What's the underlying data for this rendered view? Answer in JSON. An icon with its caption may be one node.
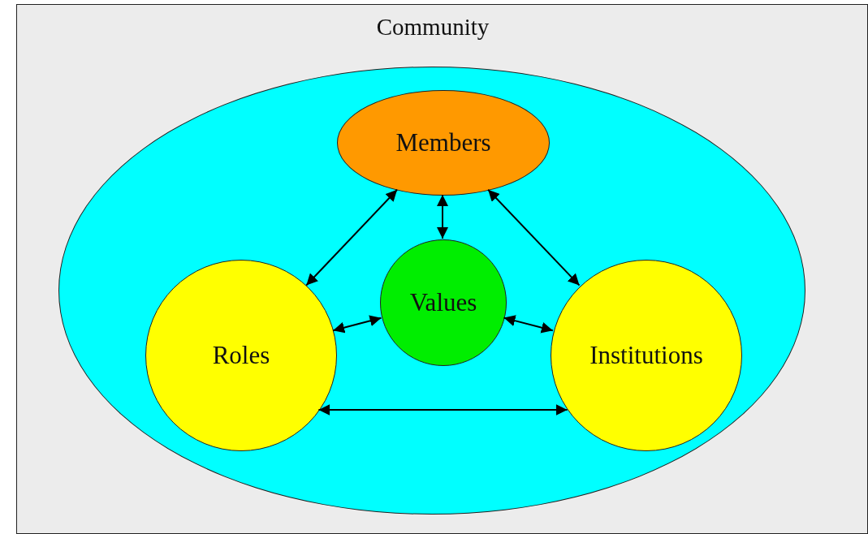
{
  "diagram": {
    "nodes": [
      {
        "text": [
          "Community"
        ]
      },
      {
        "text": [
          "Members"
        ],
        "in": 0
      },
      {
        "text": [
          "Values"
        ],
        "in": 0
      },
      {
        "text": [
          "Roles"
        ],
        "in": 0
      },
      {
        "text": [
          "Institutions"
        ],
        "in": 0
      }
    ],
    "edges": [
      {
        "from": 1,
        "to": 3,
        "arrow": "both"
      },
      {
        "from": 1,
        "to": 4,
        "arrow": "both"
      },
      {
        "from": 1,
        "to": 2,
        "arrow": "both"
      },
      {
        "from": 3,
        "to": 2,
        "arrow": "both"
      },
      {
        "from": 2,
        "to": 4,
        "arrow": "both"
      },
      {
        "from": 3,
        "to": 4,
        "arrow": "both"
      }
    ]
  }
}
